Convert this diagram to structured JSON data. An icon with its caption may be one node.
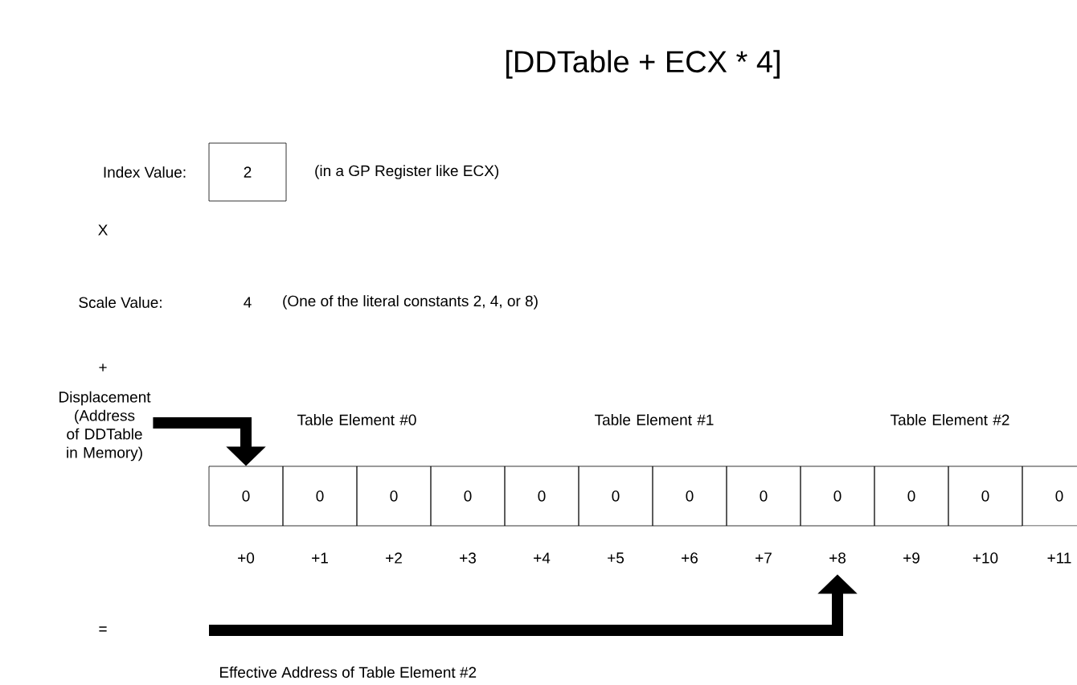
{
  "diagram": {
    "title": "[DDTable + ECX * 4]",
    "nodes": [
      {
        "text": [
          "2"
        ]
      },
      {
        "text": [
          "0"
        ]
      },
      {
        "text": [
          "0"
        ]
      },
      {
        "text": [
          "0"
        ]
      },
      {
        "text": [
          "0"
        ]
      },
      {
        "text": [
          "0"
        ]
      },
      {
        "text": [
          "0"
        ]
      },
      {
        "text": [
          "0"
        ]
      },
      {
        "text": [
          "0"
        ]
      },
      {
        "text": [
          "0"
        ]
      },
      {
        "text": [
          "0"
        ]
      },
      {
        "text": [
          "0"
        ]
      },
      {
        "text": [
          "0"
        ]
      },
      {
        "text": [
          "Displacement (Address of DDTable in Memory)"
        ]
      }
    ],
    "edges": [
      {
        "from": 13,
        "to": 1,
        "arrow": "to"
      },
      {
        "from": null,
        "to": 9,
        "arrow": "to",
        "label": "Effective Address of Table Element #2"
      }
    ],
    "labels": [
      "Index Value:",
      "(in a GP Register like ECX)",
      "X",
      "Scale Value:",
      "4",
      "(One of the literal constants 2, 4, or 8)",
      "+",
      "Table Element #0",
      "Table Element #1",
      "Table Element #2",
      "+0",
      "+1",
      "+2",
      "+3",
      "+4",
      "+5",
      "+6",
      "+7",
      "+8",
      "+9",
      "+10",
      "+11",
      "="
    ]
  }
}
